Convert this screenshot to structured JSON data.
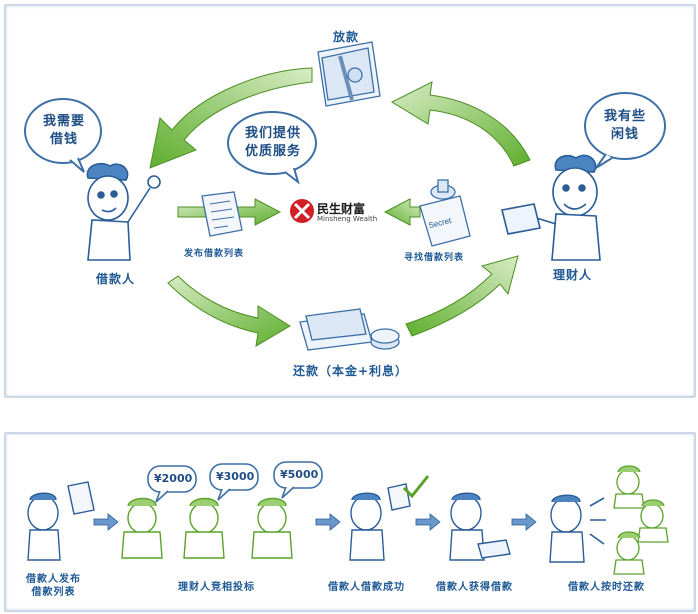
{
  "top": {
    "top_label": "放款",
    "borrower_bubble_line1": "我需要",
    "borrower_bubble_line2": "借钱",
    "service_bubble_line1": "我们提供",
    "service_bubble_line2": "优质服务",
    "investor_bubble_line1": "我有些",
    "investor_bubble_line2": "闲钱",
    "borrower_label": "借款人",
    "investor_label": "理财人",
    "publish_label": "发布借款列表",
    "find_label": "寻找借款列表",
    "repay_label": "还款（本金+利息）",
    "logo_name": "民生财富",
    "logo_en": "Minsheng Wealth",
    "stamp_text": "Secret"
  },
  "bottom": {
    "step1_line1": "借款人发布",
    "step1_line2": "借款列表",
    "step2": "理财人竞相投标",
    "step3": "借款人借款成功",
    "step4": "借款人获得借款",
    "step5": "借款人按时还款",
    "bids": [
      "¥2000",
      "¥3000",
      "¥5000"
    ]
  },
  "colors": {
    "arrow_green": "#5fae2e",
    "ink_blue": "#1f5a95",
    "logo_red": "#d21f26"
  }
}
